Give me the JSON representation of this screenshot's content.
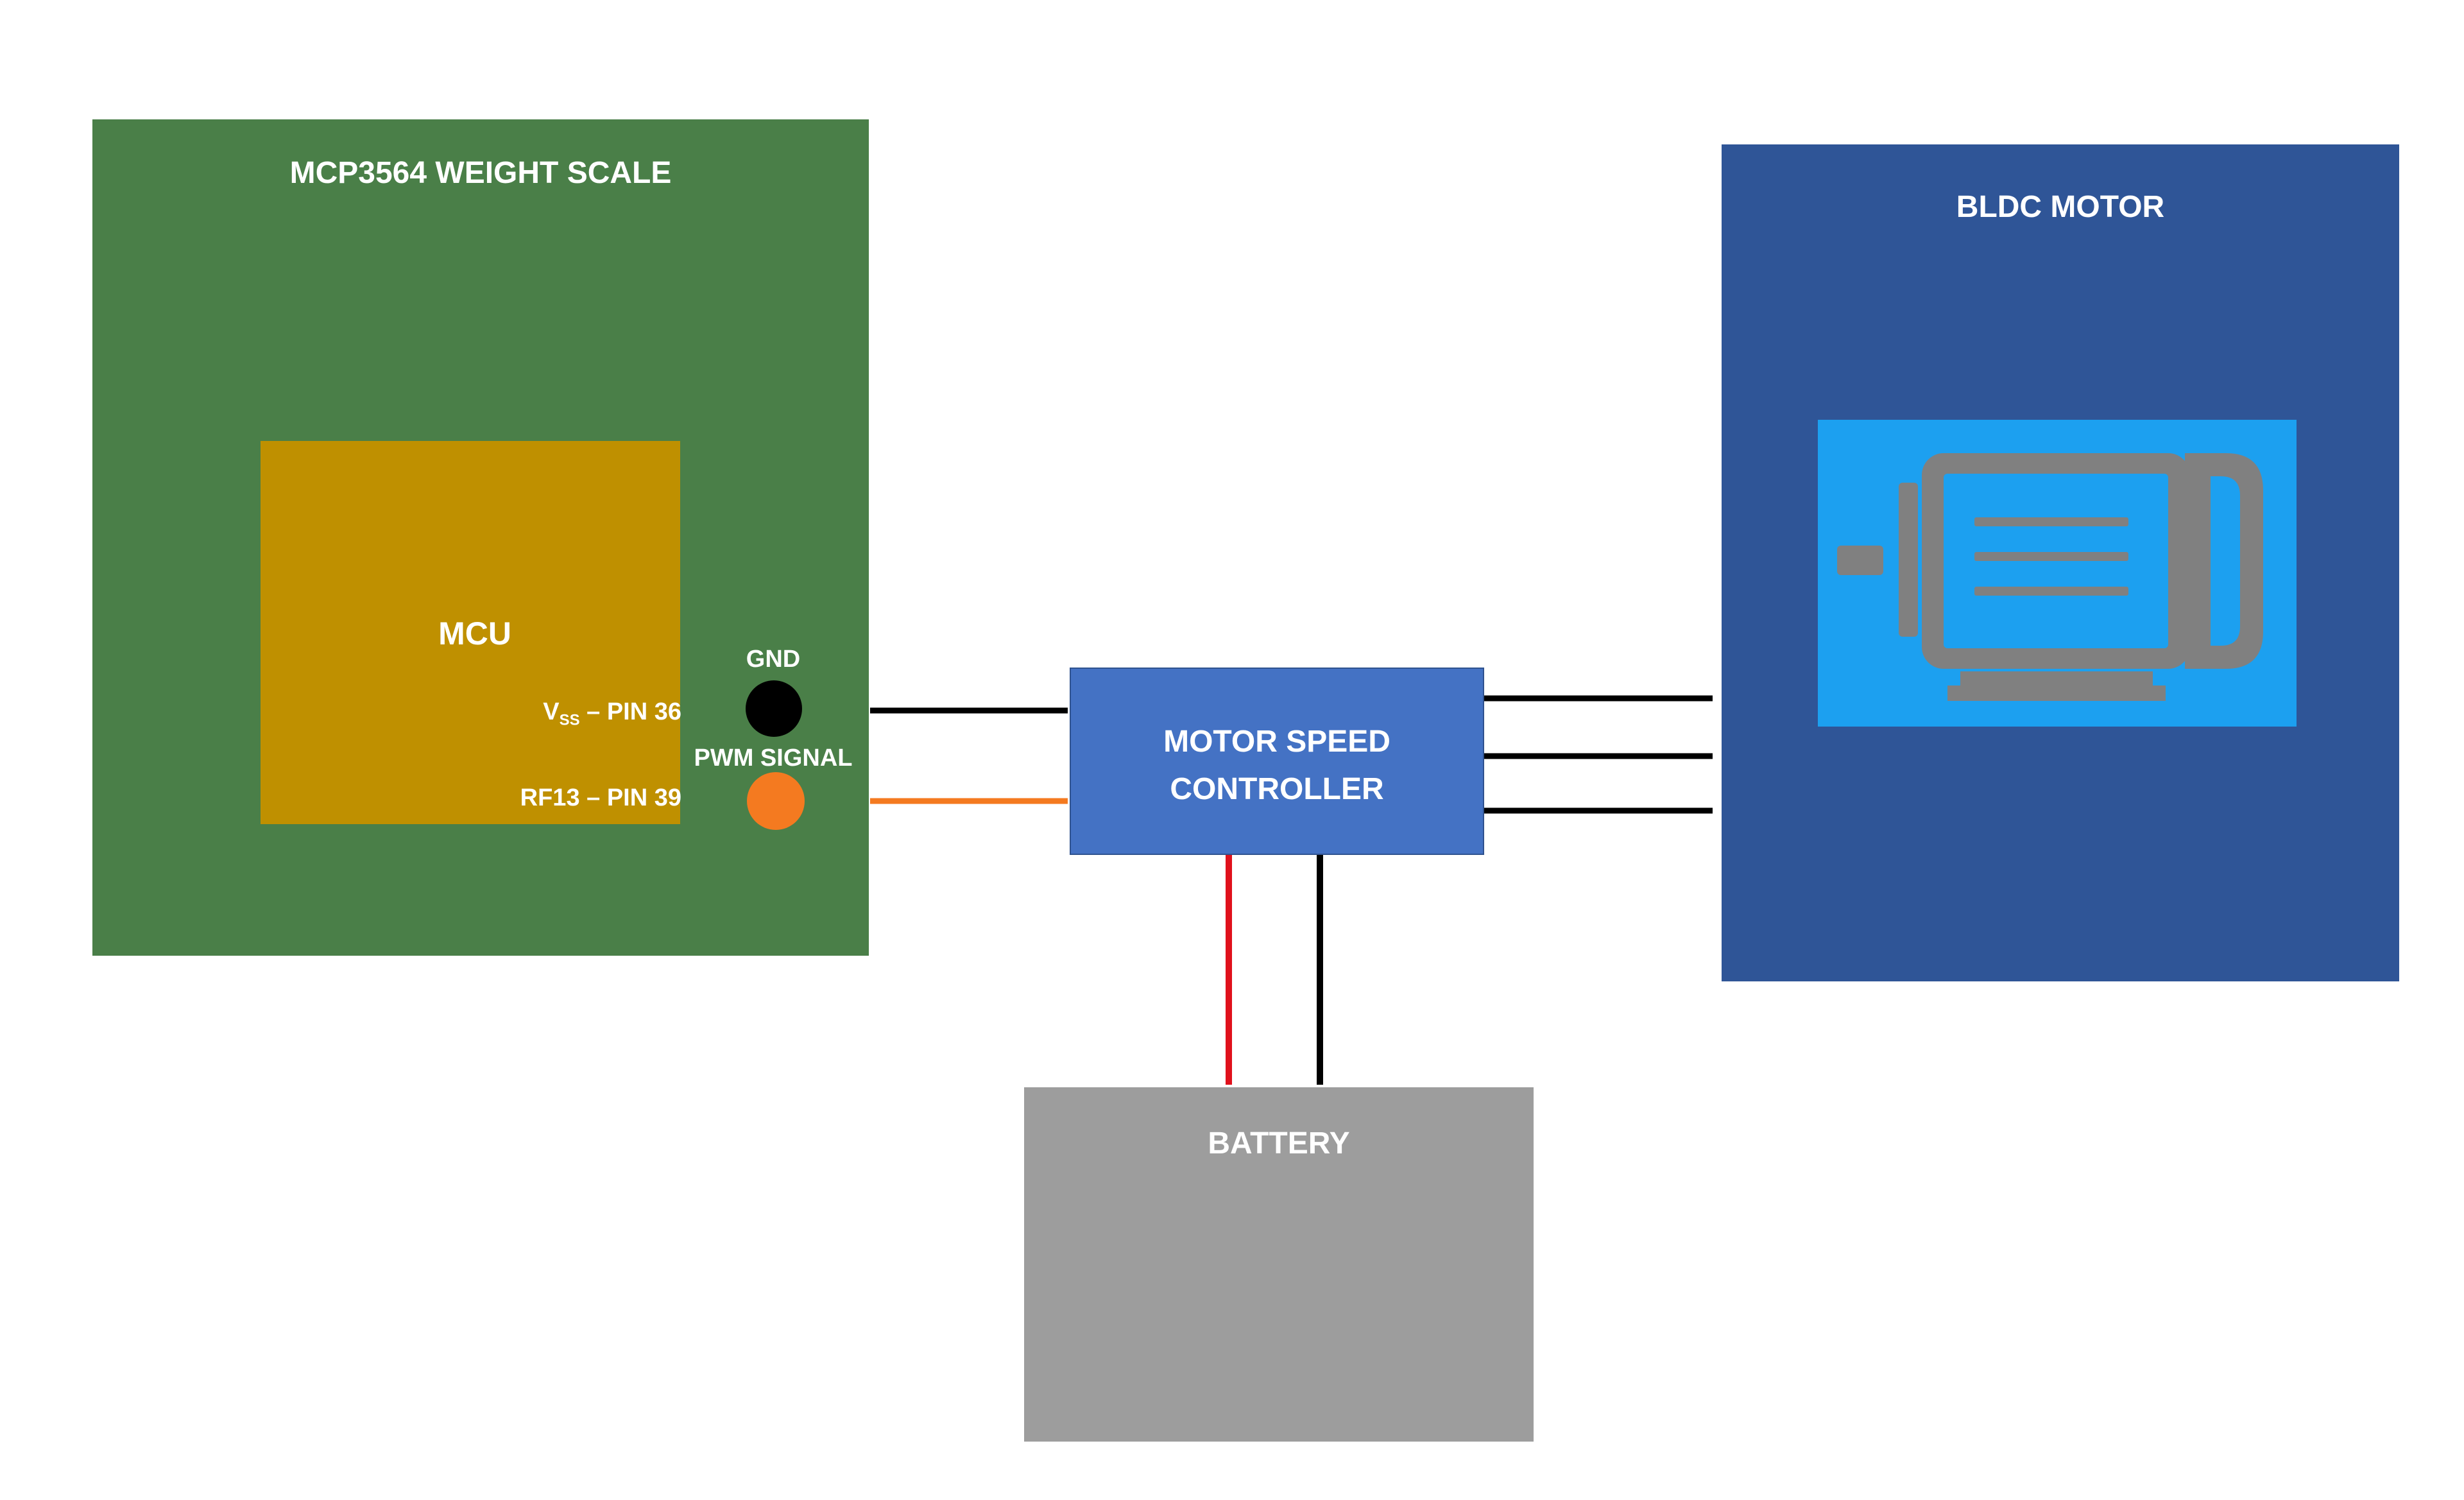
{
  "diagram": {
    "scale_board": {
      "title": "MCP3564 WEIGHT SCALE",
      "color": "#4a7f48"
    },
    "mcu": {
      "title": "MCU",
      "color": "#bf9000",
      "pin_vss": {
        "prefix": "V",
        "sub": "SS",
        "suffix": " – PIN 36"
      },
      "pin_rf13": "RF13 – PIN 39"
    },
    "connectors": {
      "gnd": {
        "label": "GND",
        "color": "#000000"
      },
      "pwm": {
        "label": "PWM SIGNAL",
        "color": "#f47a20"
      }
    },
    "controller": {
      "line1": "MOTOR SPEED",
      "line2": "CONTROLLER",
      "color": "#4472c4"
    },
    "motor": {
      "title": "BLDC MOTOR",
      "color": "#2f5597",
      "icon_bg": "#1ca0f0",
      "icon": "motor-icon",
      "icon_color": "#808080"
    },
    "battery": {
      "title": "BATTERY",
      "color": "#9d9d9d"
    },
    "wire_colors": {
      "ground": "#000000",
      "signal": "#f47a20",
      "power": "#e0111c"
    }
  }
}
